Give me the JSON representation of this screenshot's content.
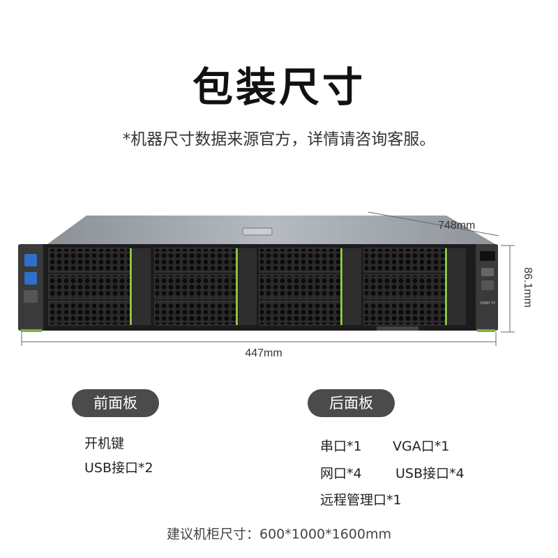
{
  "header": {
    "title": "包装尺寸",
    "subtitle": "*机器尺寸数据来源官方，详情请咨询客服。"
  },
  "dimensions": {
    "depth": "748mm",
    "height": "86.1mm",
    "width": "447mm"
  },
  "server": {
    "model_label": "2288H V5"
  },
  "front_panel": {
    "label": "前面板",
    "items": [
      "开机键",
      "USB接口*2"
    ]
  },
  "rear_panel": {
    "label": "后面板",
    "items": [
      "串口*1",
      "VGA口*1",
      "网口*4",
      "USB接口*4",
      "远程管理口*1"
    ]
  },
  "footer": {
    "rack_size": "建议机柜尺寸：600*1000*1600mm"
  }
}
